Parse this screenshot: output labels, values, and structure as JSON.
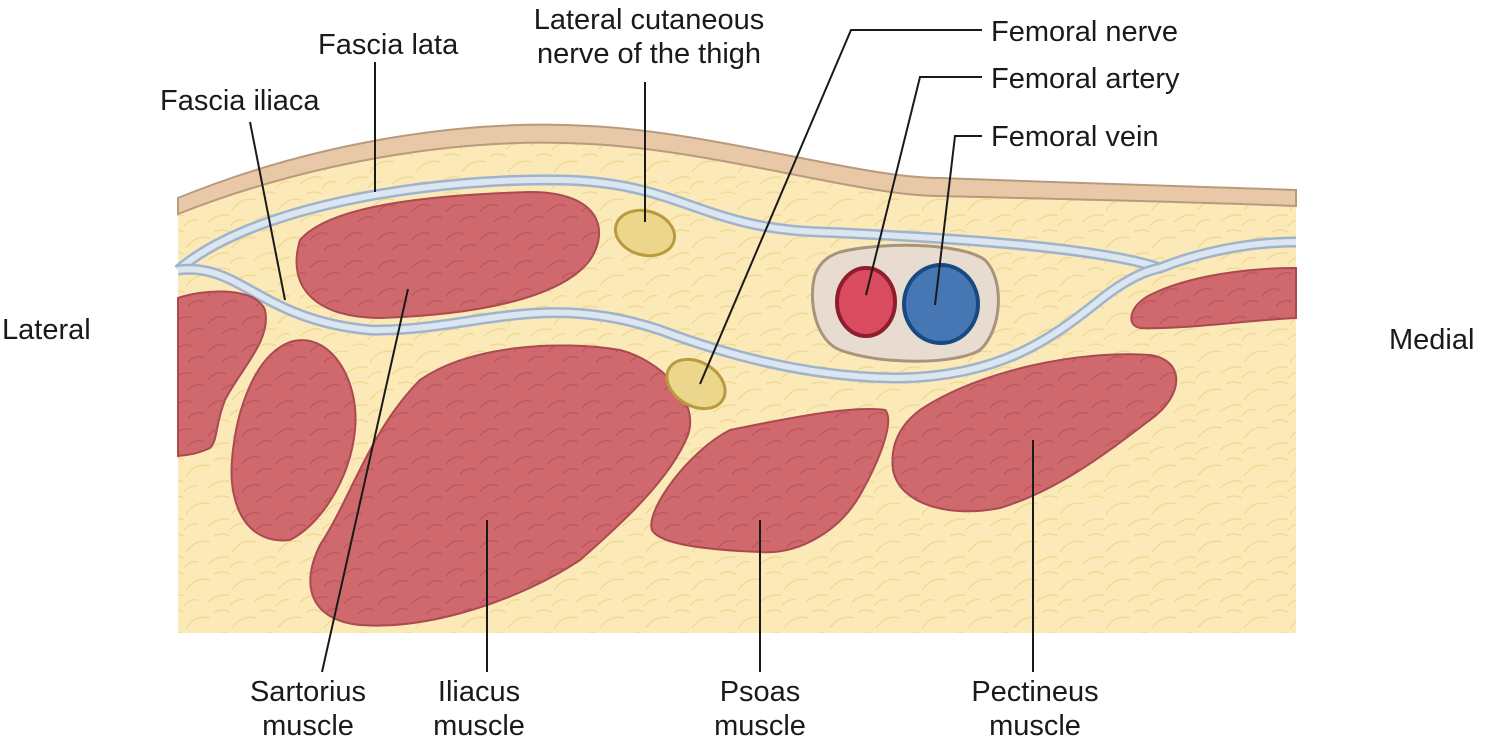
{
  "labels": {
    "lateral": "Lateral",
    "medial": "Medial",
    "fascia_lata": "Fascia lata",
    "fascia_iliaca": "Fascia iliaca",
    "lcn_line1": "Lateral cutaneous",
    "lcn_line2": "nerve of the thigh",
    "femoral_nerve": "Femoral nerve",
    "femoral_artery": "Femoral artery",
    "femoral_vein": "Femoral vein",
    "sartorius_line1": "Sartorius",
    "sartorius_line2": "muscle",
    "iliacus_line1": "Iliacus",
    "iliacus_line2": "muscle",
    "psoas_line1": "Psoas",
    "psoas_line2": "muscle",
    "pectineus_line1": "Pectineus",
    "pectineus_line2": "muscle"
  },
  "colors": {
    "fat": "#fbe9b7",
    "fat_cells": "#f0d890",
    "skin": "#e9c8a8",
    "skin_outline": "#b89a7e",
    "fascia": "#dbe6f0",
    "fascia_outline": "#9fb4cc",
    "muscle": "#d0696e",
    "muscle_outline": "#a84a50",
    "nerve": "#ecd68c",
    "nerve_outline": "#b99a3e",
    "sheath": "#e8dcd0",
    "sheath_outline": "#a8937e",
    "artery": "#d94b5f",
    "artery_outline": "#8e1e2e",
    "vein": "#4676b4",
    "vein_outline": "#174a82",
    "leader": "#1a1a1a"
  }
}
